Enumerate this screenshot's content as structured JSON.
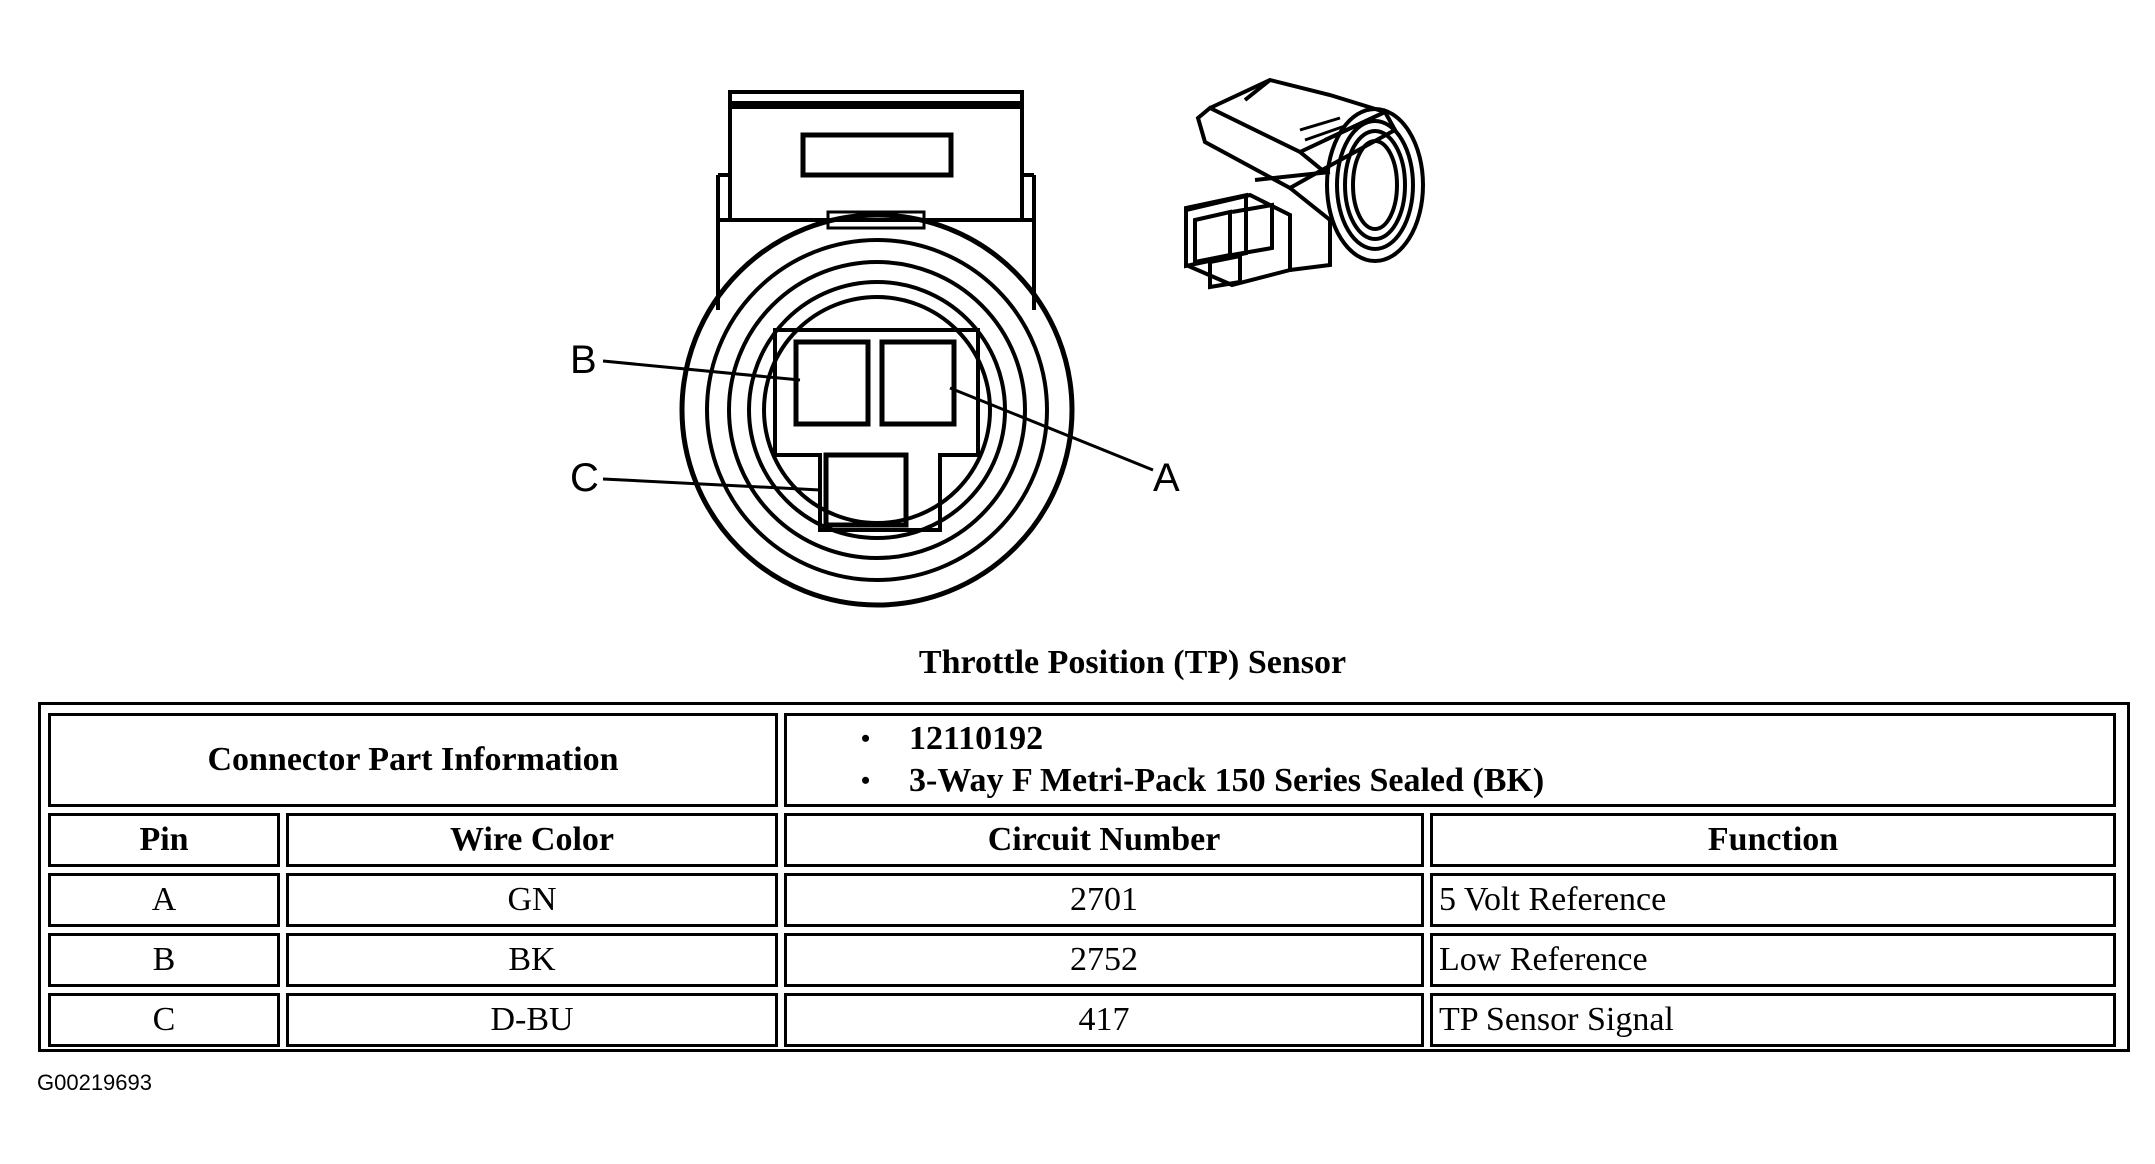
{
  "diagram": {
    "pin_labels": {
      "b": "B",
      "c": "C",
      "a": "A"
    },
    "caption": "Throttle Position (TP) Sensor"
  },
  "table": {
    "part_info_label": "Connector Part Information",
    "part_info_items": [
      "12110192",
      "3-Way F Metri-Pack 150 Series Sealed (BK)"
    ],
    "headers": {
      "pin": "Pin",
      "wire_color": "Wire Color",
      "circuit_number": "Circuit Number",
      "function": "Function"
    },
    "rows": [
      {
        "pin": "A",
        "wire_color": "GN",
        "circuit_number": "2701",
        "function": "5 Volt Reference"
      },
      {
        "pin": "B",
        "wire_color": "BK",
        "circuit_number": "2752",
        "function": "Low Reference"
      },
      {
        "pin": "C",
        "wire_color": "D-BU",
        "circuit_number": "417",
        "function": "TP Sensor Signal"
      }
    ]
  },
  "figure_id": "G00219693"
}
